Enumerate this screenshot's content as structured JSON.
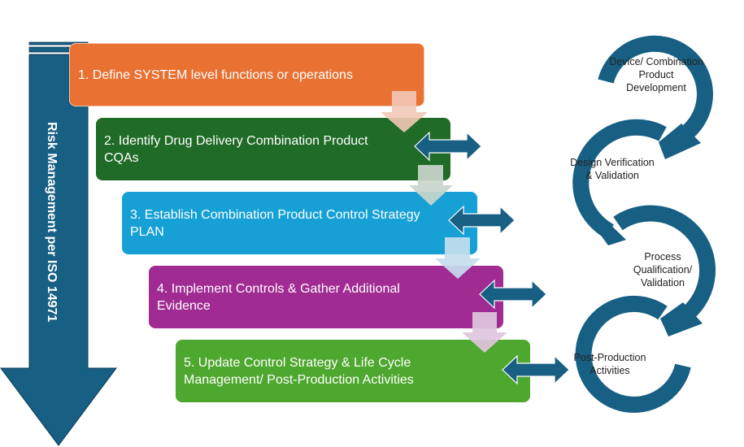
{
  "colors": {
    "navy": "#185F84",
    "step1": "#E97132",
    "step2": "#1F6B27",
    "step3": "#16A0D6",
    "step4": "#A02B93",
    "step5": "#4EA72E",
    "flow_arrow": "#F4C9BA"
  },
  "risk_arrow": {
    "label": "Risk Management per ISO 14971"
  },
  "steps": [
    {
      "label": "1. Define SYSTEM level functions or operations"
    },
    {
      "label": "2. Identify Drug Delivery Combination Product CQAs"
    },
    {
      "label": "3. Establish Combination Product Control Strategy PLAN"
    },
    {
      "label": "4. Implement Controls & Gather Additional Evidence"
    },
    {
      "label": "5. Update Control Strategy & Life Cycle Management/ Post-Production Activities"
    }
  ],
  "lifecycle": [
    {
      "label": "Device/ Combination Product Development"
    },
    {
      "label": "Design Verification & Validation"
    },
    {
      "label": "Process Qualification/ Validation"
    },
    {
      "label": "Post-Production Activities"
    }
  ]
}
